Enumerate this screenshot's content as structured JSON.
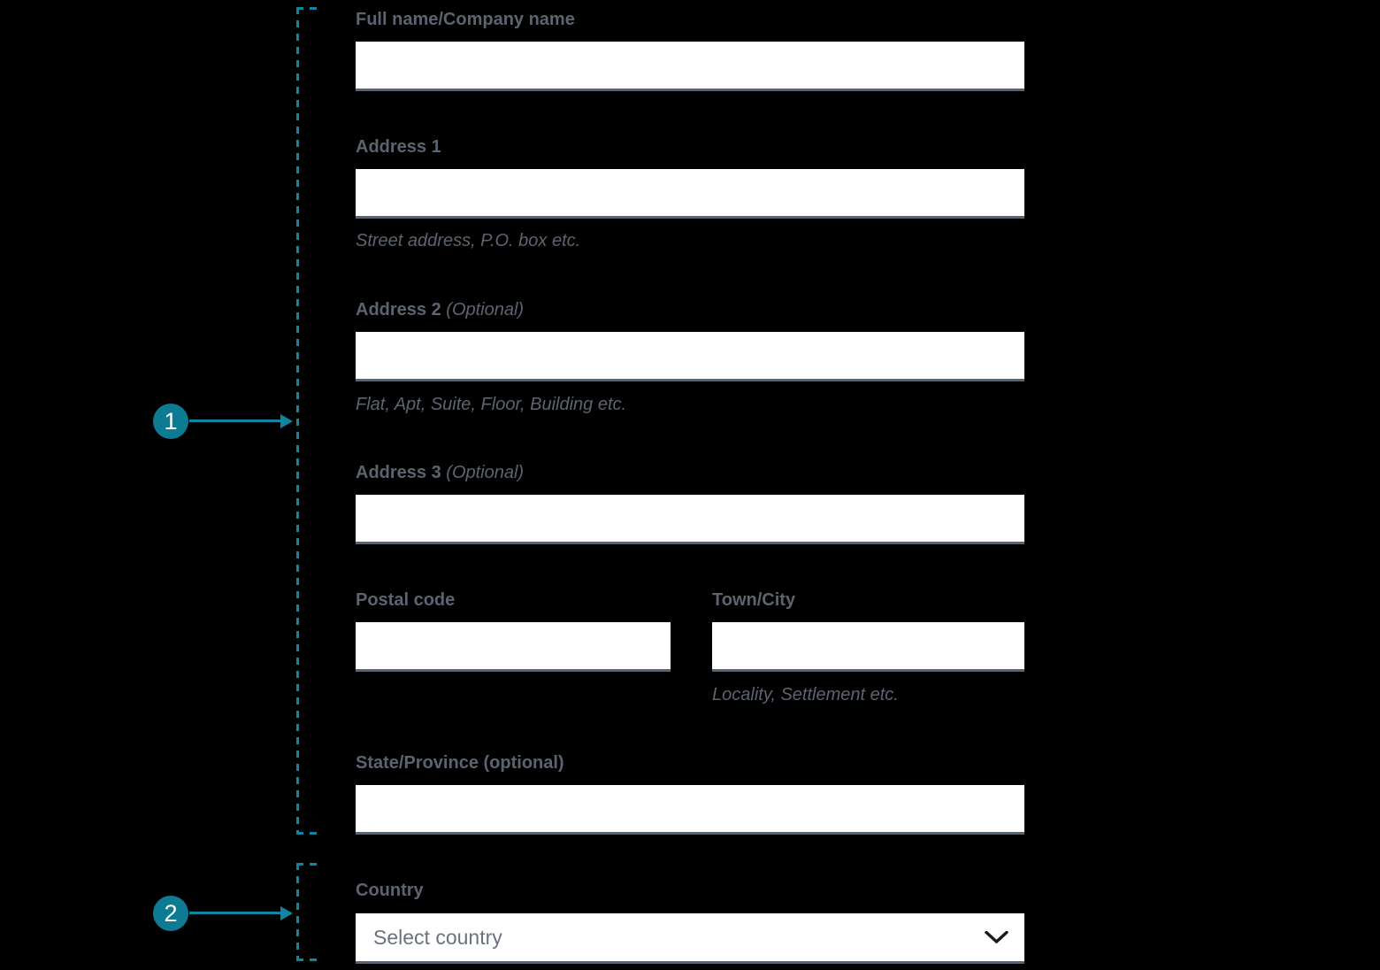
{
  "form": {
    "fields": {
      "full_name": {
        "label": "Full name/Company name",
        "value": ""
      },
      "address1": {
        "label": "Address 1",
        "helper": "Street address, P.O. box etc.",
        "value": ""
      },
      "address2": {
        "label": "Address 2",
        "optional": "(Optional)",
        "helper": "Flat, Apt, Suite, Floor, Building etc.",
        "value": ""
      },
      "address3": {
        "label": "Address 3",
        "optional": "(Optional)",
        "value": ""
      },
      "postal_code": {
        "label": "Postal code",
        "value": ""
      },
      "town_city": {
        "label": "Town/City",
        "helper": "Locality, Settlement etc.",
        "value": ""
      },
      "state_province": {
        "label": "State/Province (optional)",
        "value": ""
      },
      "country": {
        "label": "Country",
        "placeholder": "Select country"
      }
    }
  },
  "annotations": {
    "marker1": "1",
    "marker2": "2"
  },
  "colors": {
    "background": "#000000",
    "accent_line": "#0f86a1",
    "marker_fill": "#0d7c92",
    "label_text": "#5b6470",
    "input_border": "#5a6370",
    "input_background": "#ffffff",
    "select_placeholder_text": "#6a7280",
    "chevron": "#1a1a1a"
  }
}
